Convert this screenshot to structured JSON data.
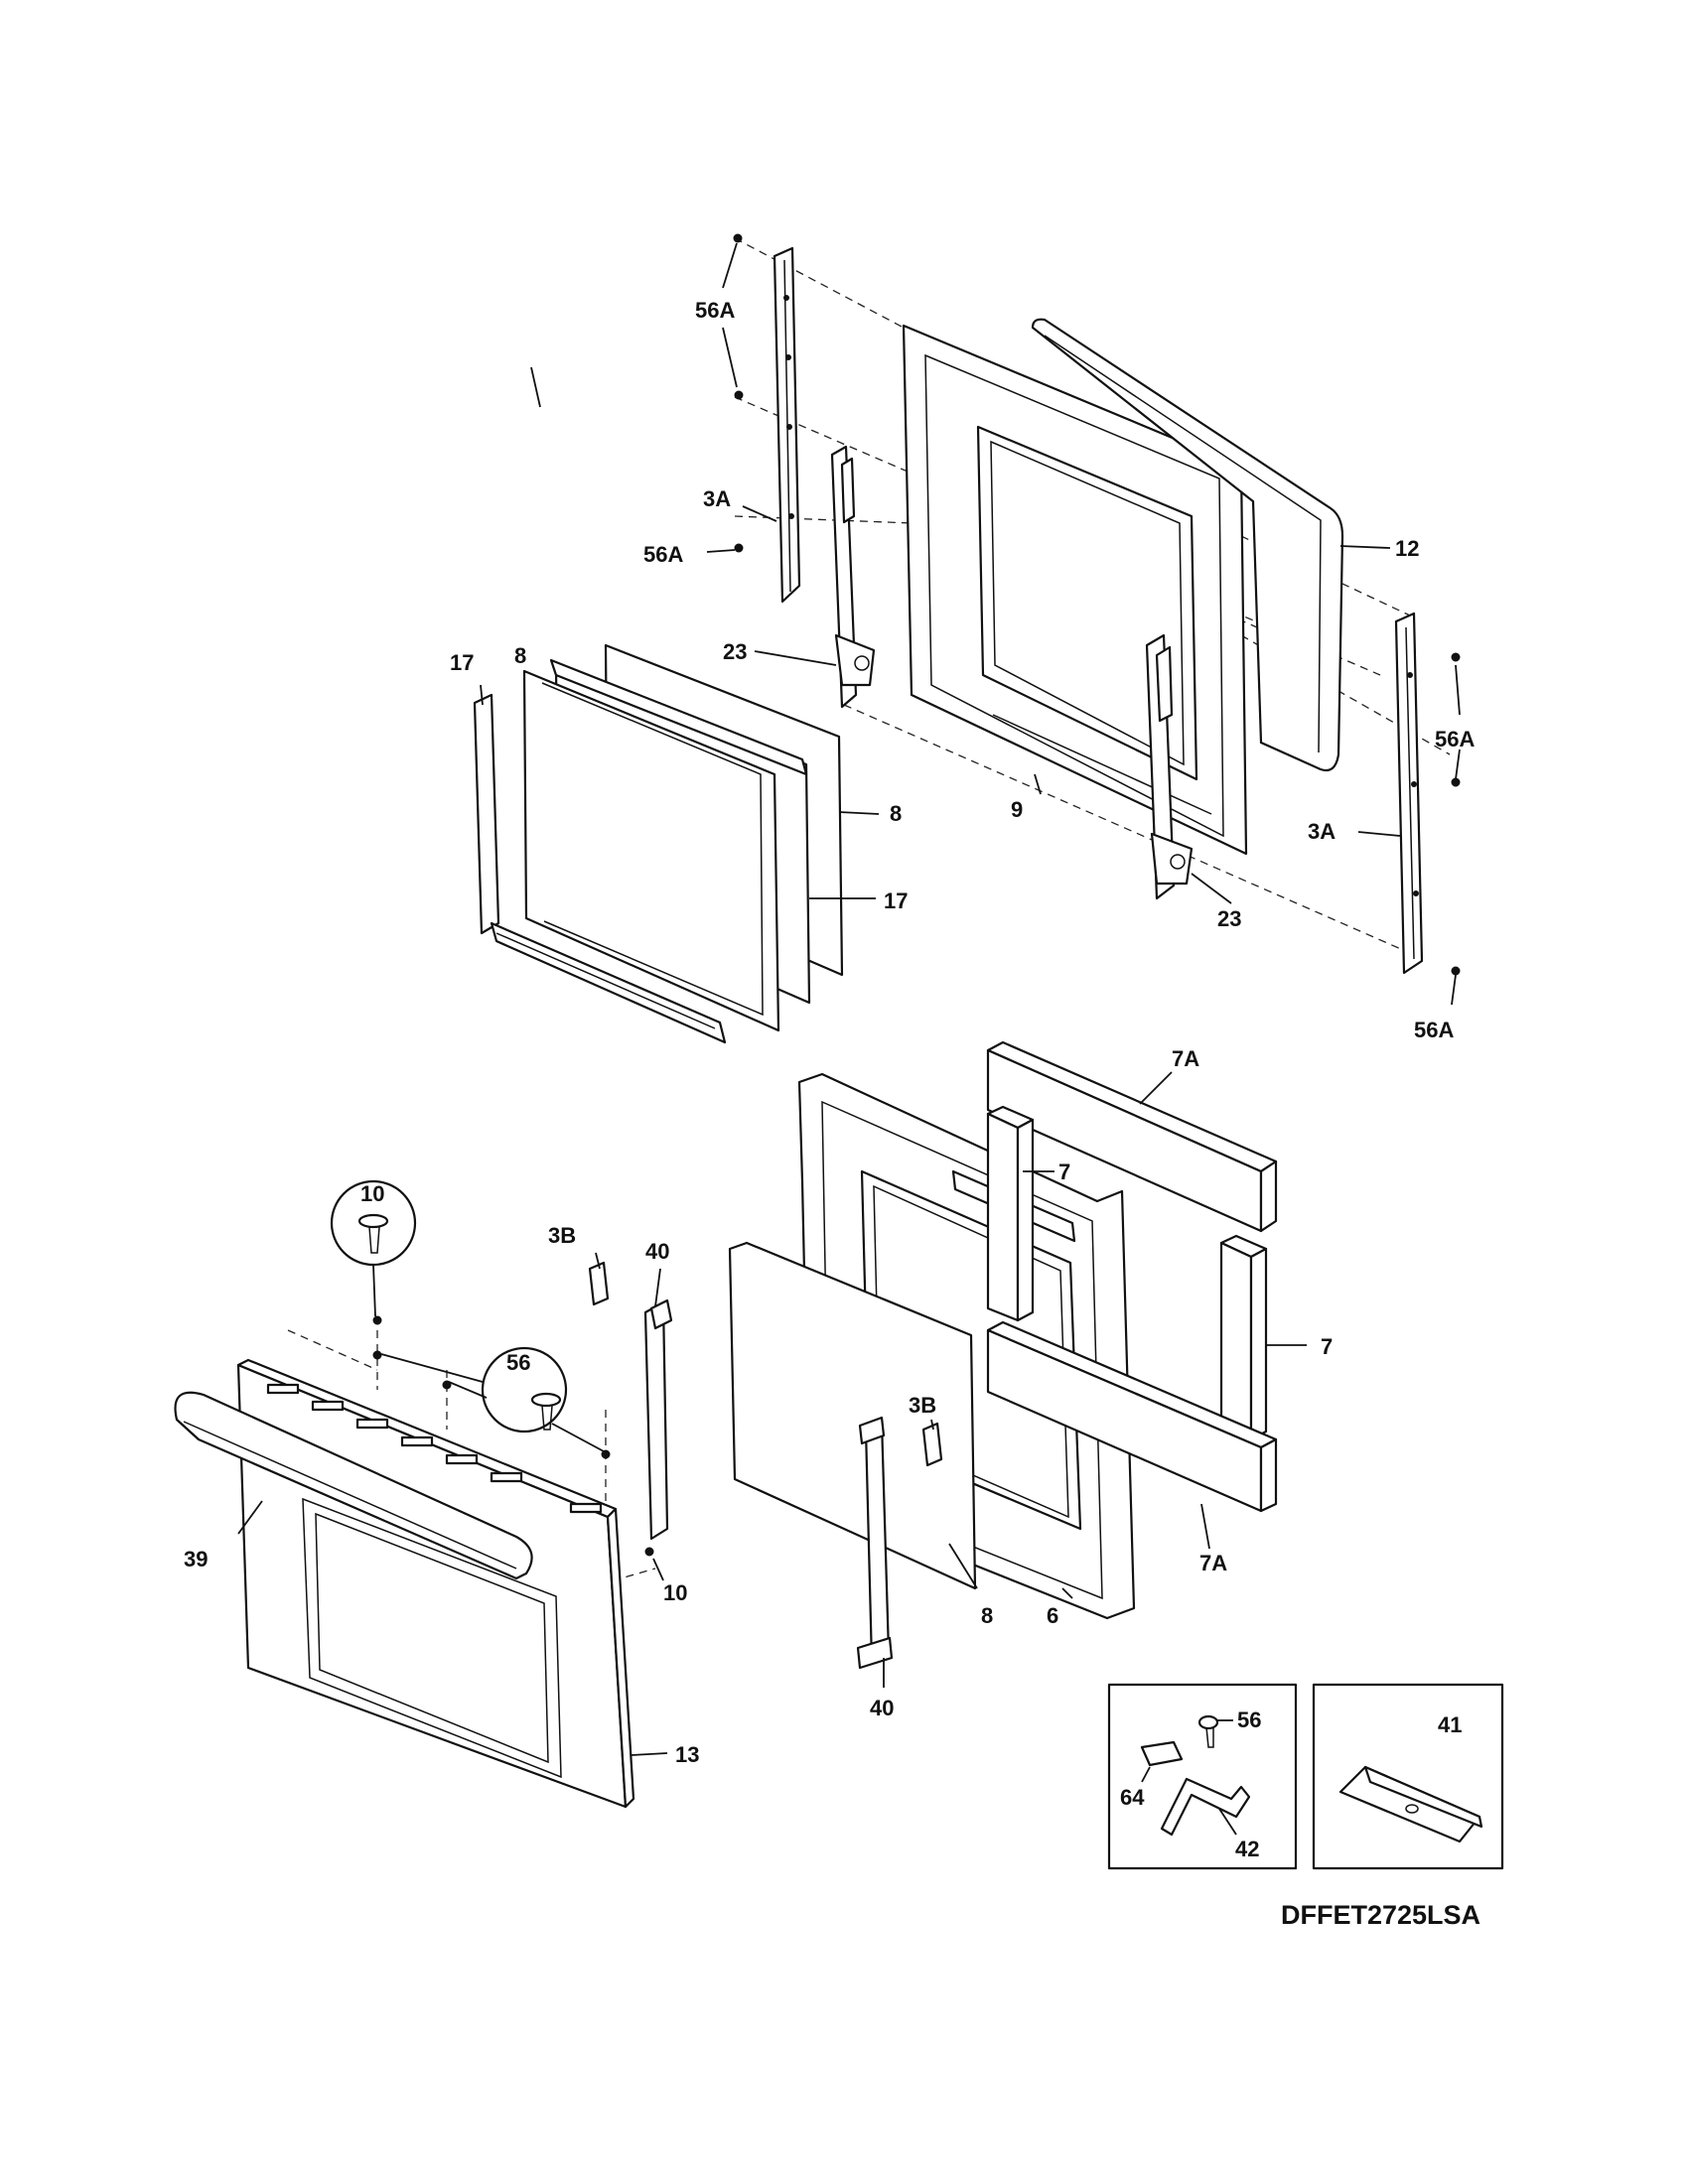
{
  "model_number": "DFFET2725LSA",
  "callouts": {
    "c56A_top": "56A",
    "c56A_mid": "56A",
    "c56A_right": "56A",
    "c56A_bottom": "56A",
    "c3A_left": "3A",
    "c3A_right": "3A",
    "c12": "12",
    "c23_left": "23",
    "c23_right": "23",
    "c9": "9",
    "c8_top": "8",
    "c8_right": "8",
    "c17_top": "17",
    "c17_right": "17",
    "c7A_top": "7A",
    "c7A_bottom": "7A",
    "c7_upper": "7",
    "c7_right": "7",
    "c10_circle": "10",
    "c10_lower": "10",
    "c3B_top": "3B",
    "c3B_mid": "3B",
    "c40_top": "40",
    "c40_bottom": "40",
    "c56_circle": "56",
    "c39": "39",
    "c13": "13",
    "c8_lower": "8",
    "c6": "6",
    "c56_inset": "56",
    "c64": "64",
    "c42": "42",
    "c41": "41"
  }
}
